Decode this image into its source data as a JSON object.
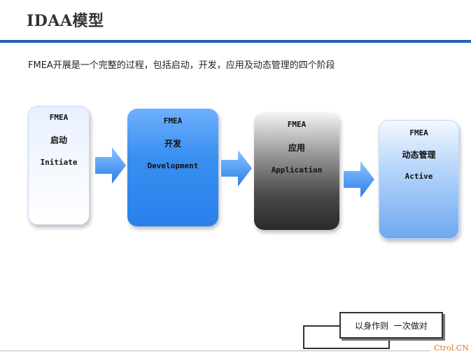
{
  "title": "IDAA模型",
  "subtitle": "FMEA开展是一个完整的过程，包括启动，开发，应用及动态管理的四个阶段",
  "stages": [
    {
      "line1": "FMEA",
      "line2": "启动",
      "line3": "Initiate"
    },
    {
      "line1": "FMEA",
      "line2": "开发",
      "line3": "Development"
    },
    {
      "line1": "FMEA",
      "line2": "应用",
      "line3": "Application"
    },
    {
      "line1": "FMEA",
      "line2": "动态管理",
      "line3": "Active"
    }
  ],
  "motto": "以身作则  一次做对",
  "watermark": "Ctrol.CN",
  "colors": {
    "accent_rule": "#1f5fb8",
    "arrow": "#3a8ff0",
    "watermark": "#c97a2a"
  }
}
